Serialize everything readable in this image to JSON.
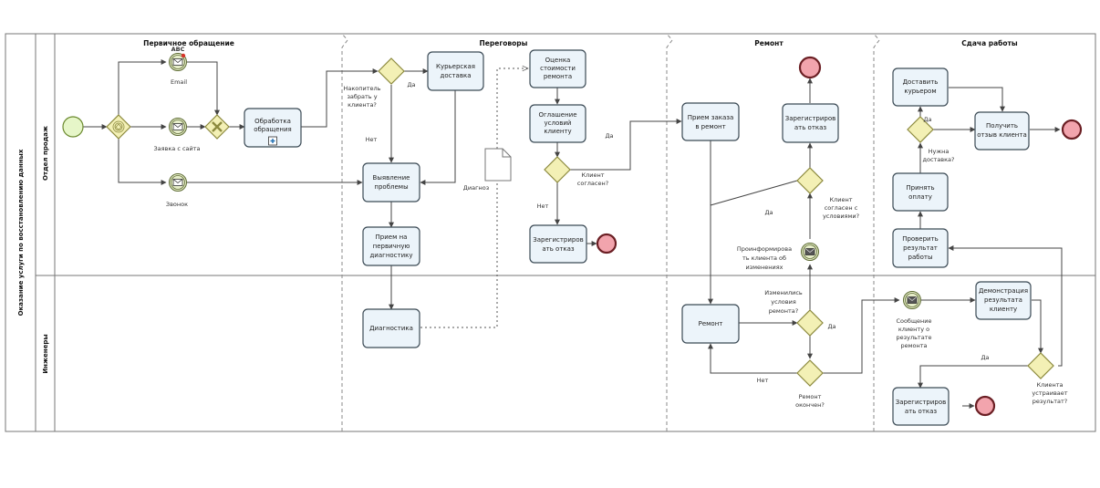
{
  "pool": {
    "title": "Оказание услуги по восстановлению данных"
  },
  "lanes": [
    {
      "name": "Отдел продаж"
    },
    {
      "name": "Инженеры"
    }
  ],
  "phases": [
    {
      "name": "Первичное обращение"
    },
    {
      "name": "Переговоры"
    },
    {
      "name": "Ремонт"
    },
    {
      "name": "Сдача работы"
    }
  ],
  "tasks": {
    "obrabotka": [
      "Обработка",
      "обращения"
    ],
    "kurier": [
      "Курьерская",
      "доставка"
    ],
    "ocenka": [
      "Оценка",
      "стоимости",
      "ремонта"
    ],
    "oglashenie": [
      "Оглашение",
      "условий",
      "клиенту"
    ],
    "zareg1": [
      "Зарегистриров",
      "ать отказ"
    ],
    "vyyavlenie": [
      "Выявление",
      "проблемы"
    ],
    "priem_perv": [
      "Прием на",
      "первичную",
      "диагностику"
    ],
    "diagnostika": [
      "Диагностика"
    ],
    "priem_remont": [
      "Прием заказа",
      "в ремонт"
    ],
    "zareg2": [
      "Зарегистриров",
      "ать отказ"
    ],
    "remont": [
      "Ремонт"
    ],
    "dostavit": [
      "Доставить",
      "курьером"
    ],
    "poluchit": [
      "Получить",
      "отзыв клиента"
    ],
    "prinyat": [
      "Принять",
      "оплату"
    ],
    "proverit": [
      "Проверить",
      "результат",
      "работы"
    ],
    "demonstr": [
      "Демонстрация",
      "результата",
      "клиенту"
    ],
    "zareg3": [
      "Зарегистриров",
      "ать отказ"
    ]
  },
  "labels": {
    "email": "Email",
    "abc": "ABC",
    "zayavka": "Заявка с сайта",
    "zvonok": "Звонок",
    "nakopitel": [
      "Накопитель",
      "забрать у",
      "клиента?"
    ],
    "da1": "Да",
    "net1": "Нет",
    "diagnoz": "Диагноз",
    "klient_soglasen": [
      "Клиент",
      "согласен?"
    ],
    "da2": "Да",
    "net2": "Нет",
    "da3": "Да",
    "klient_soglasen2": [
      "Клиент",
      "согласен с",
      "условиями?"
    ],
    "proinform": [
      "Проинформирова",
      "ть клиента об",
      "изменениях"
    ],
    "izmenilis": [
      "Изменились",
      "условия",
      "ремонта?"
    ],
    "da4": "Да",
    "net3": "Нет",
    "remont_okonchen": [
      "Ремонт",
      "окончен?"
    ],
    "da5": "Да",
    "nuzhna": [
      "Нужна",
      "доставка?"
    ],
    "soobshenie": [
      "Сообщение",
      "клиенту о",
      "результате",
      "ремонта"
    ],
    "da6": "Да",
    "klienta_ustraivaet": [
      "Клиента",
      "устраивает",
      "результат?"
    ]
  },
  "colors": {
    "task_fill": "#ecf4fa",
    "gateway_fill": "#f3f0b5",
    "start_fill": "#e6f6c8",
    "end_fill": "#f2a4ad",
    "end_stroke": "#6b1f24"
  }
}
